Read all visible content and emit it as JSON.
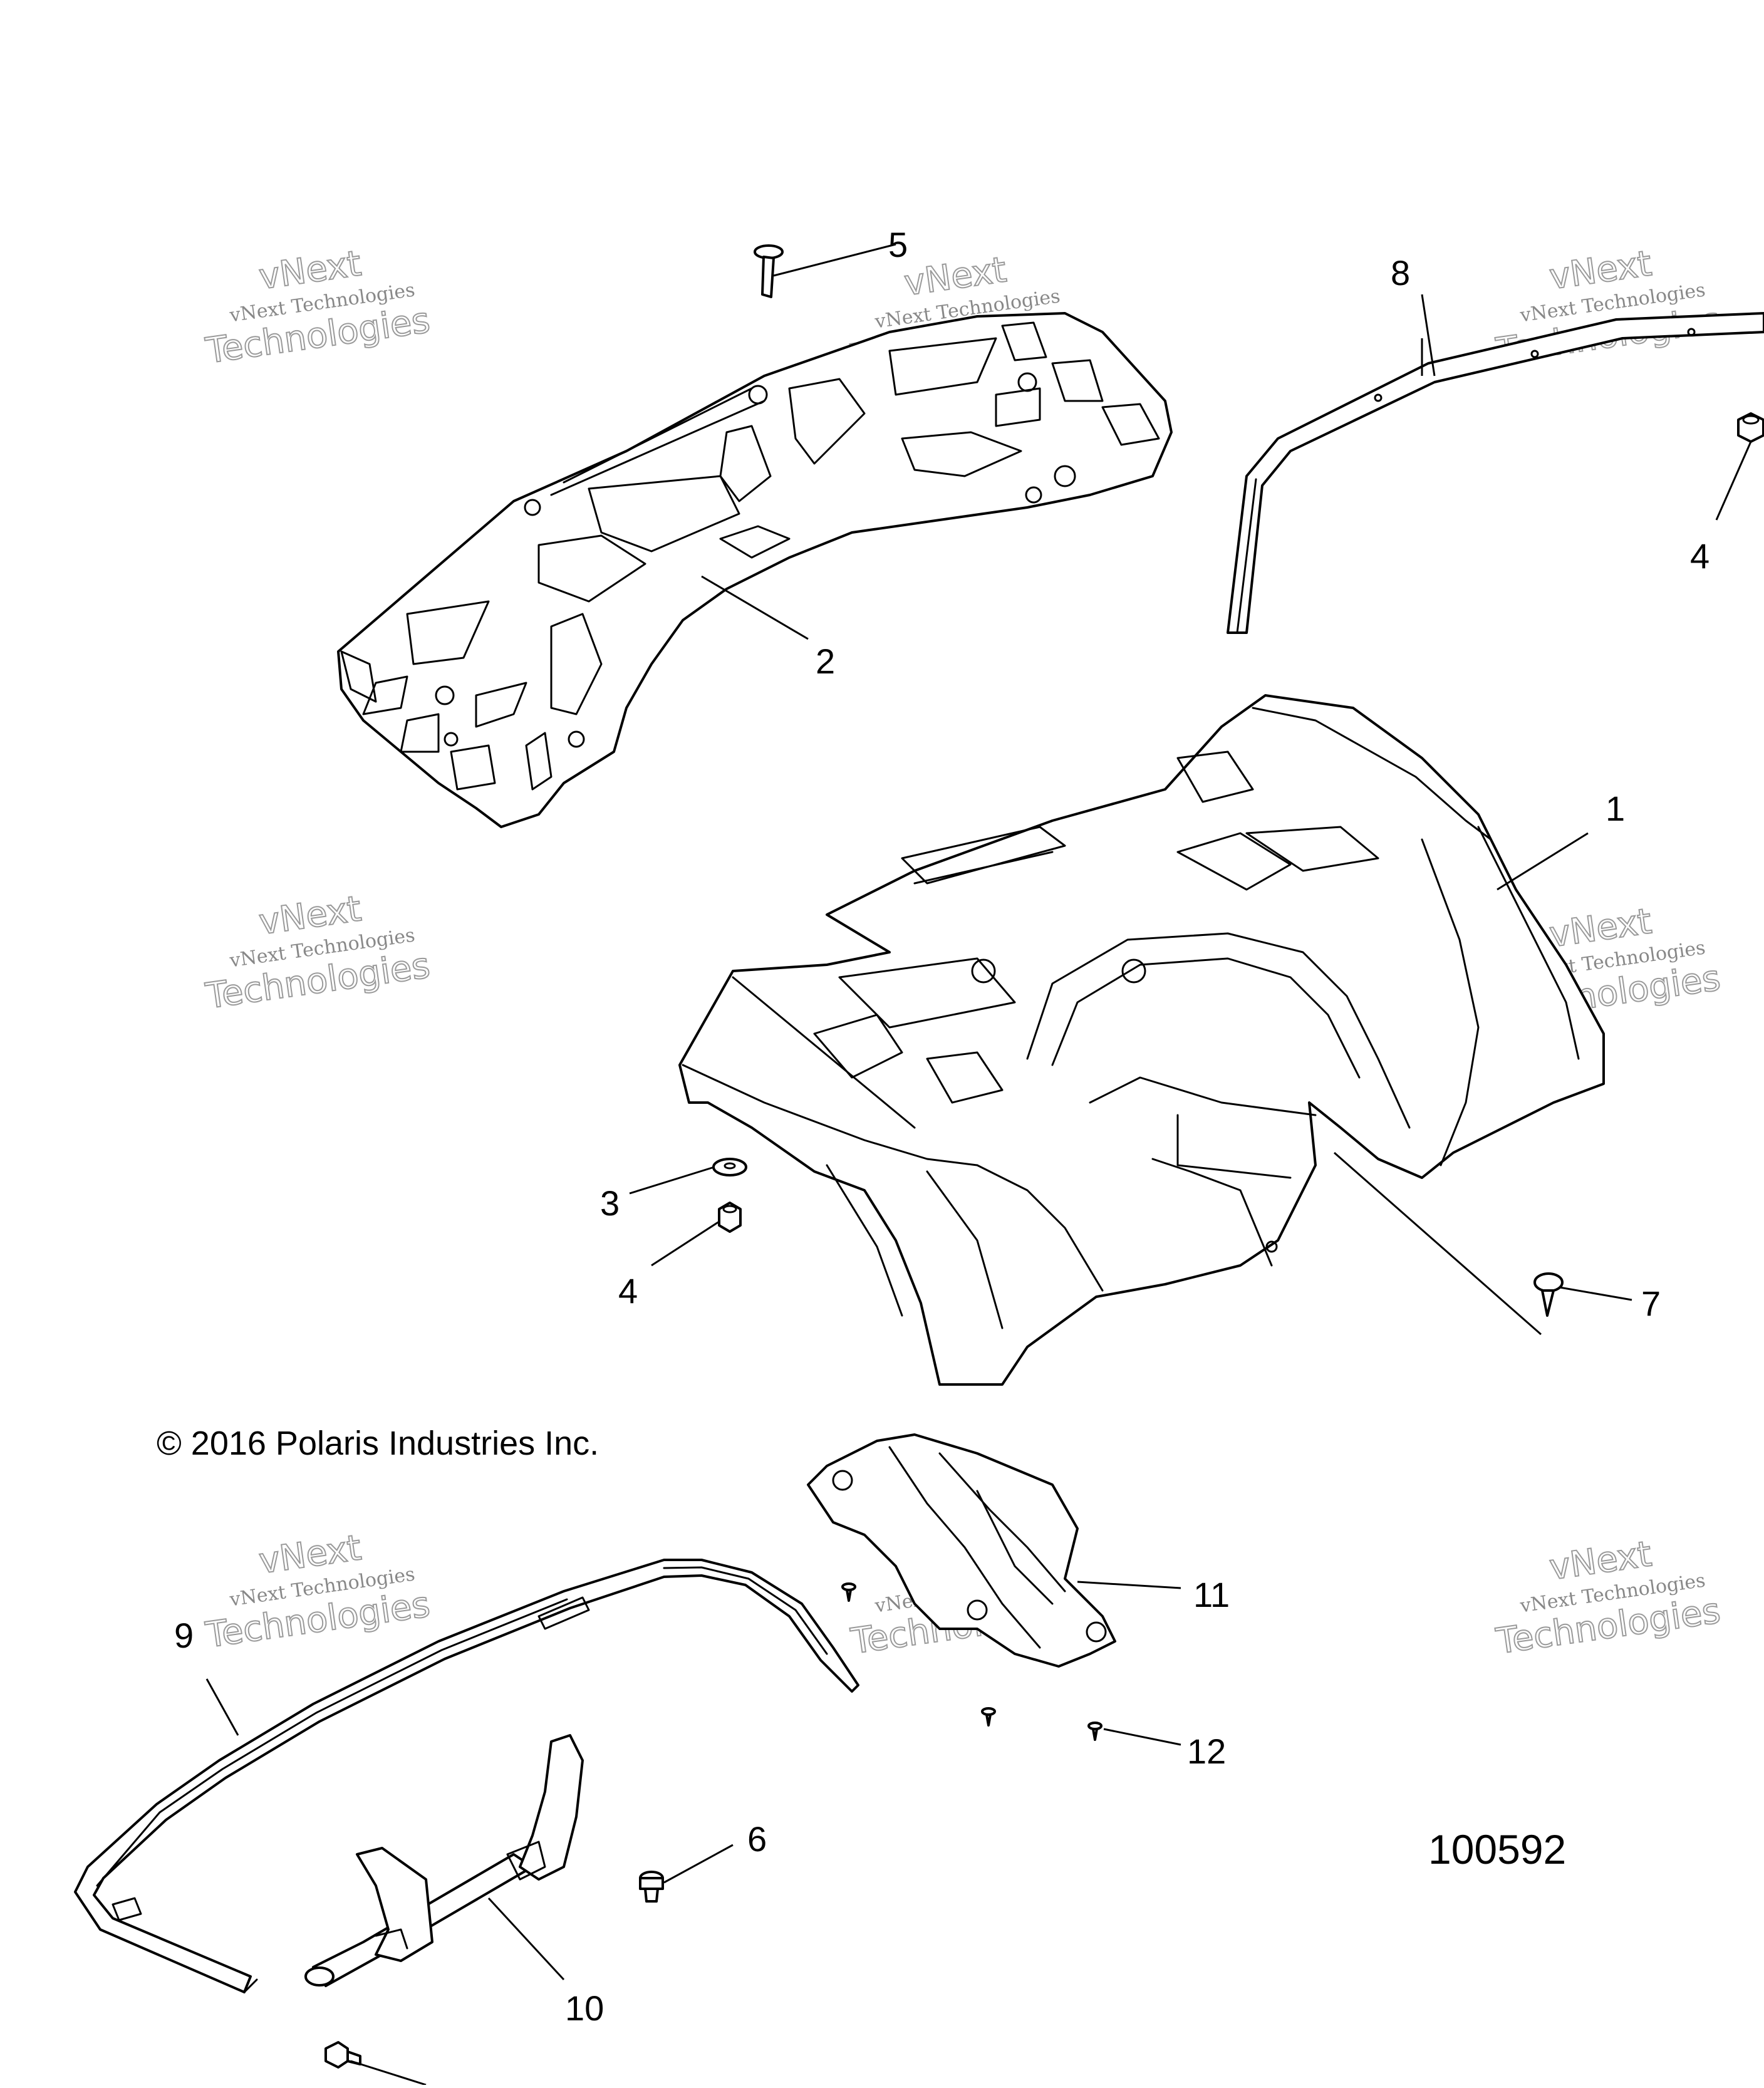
{
  "diagram": {
    "copyright": "© 2016 Polaris Industries Inc.",
    "diagram_id": "100592",
    "watermark": {
      "line1": "vNext",
      "line2": "vNext Technologies",
      "line3": "Technologies"
    },
    "callouts": [
      "1",
      "2",
      "3",
      "4",
      "4",
      "5",
      "6",
      "7",
      "8",
      "9",
      "10",
      "11",
      "12"
    ]
  }
}
